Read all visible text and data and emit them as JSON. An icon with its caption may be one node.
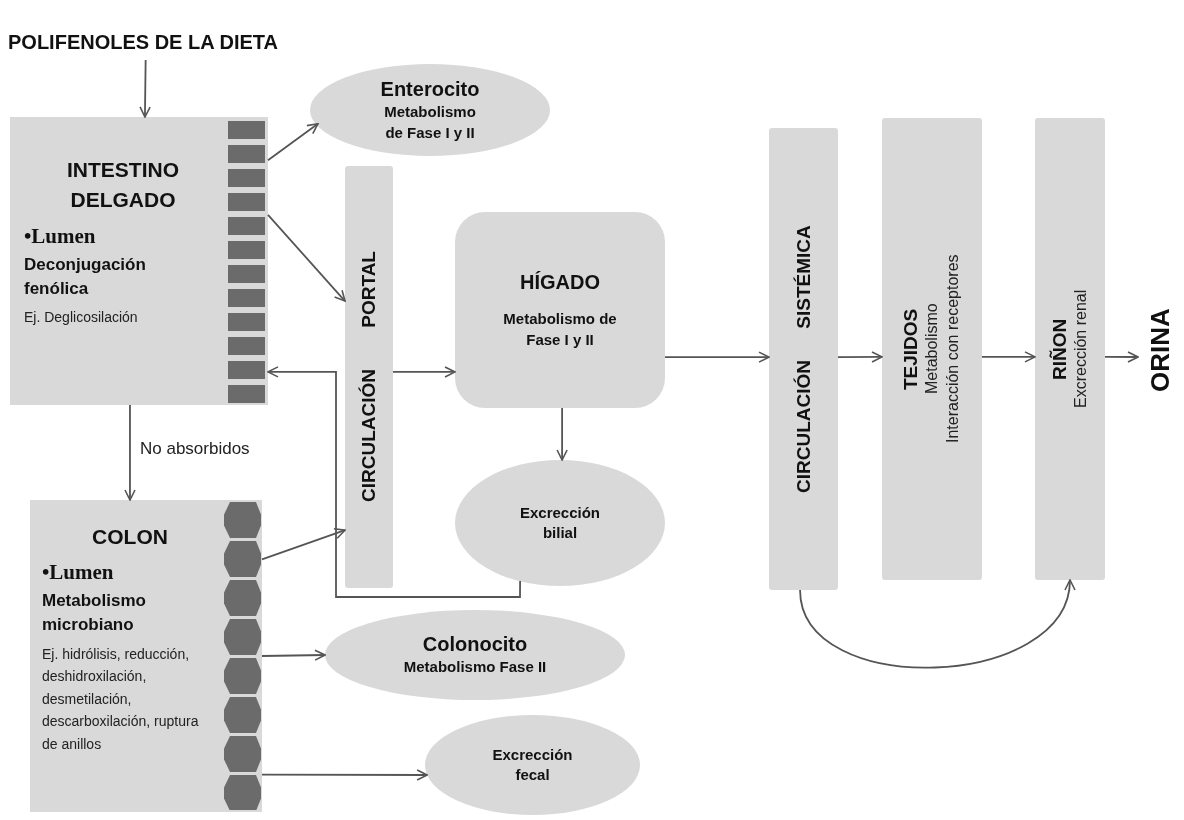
{
  "diagram": {
    "nodes": [
      {
        "text": [
          "POLIFENOLES DE LA DIETA"
        ]
      },
      {
        "text": [
          "INTESTINO DELGADO",
          "•Lumen",
          "Deconjugación fenólica",
          "Ej. Deglicosilación"
        ]
      },
      {
        "text": [
          "Enterocito",
          "Metabolismo de Fase I y II"
        ]
      },
      {
        "text": [
          "CIRCULACIÓN PORTAL"
        ]
      },
      {
        "text": [
          "HÍGADO",
          "Metabolismo de Fase I y II"
        ]
      },
      {
        "text": [
          "Excrección bilial"
        ]
      },
      {
        "text": [
          "COLON",
          "•Lumen",
          "Metabolismo microbiano",
          "Ej. hidrólisis, reducción, deshidroxilación, desmetilación, descarboxilación, ruptura de anillos"
        ]
      },
      {
        "text": [
          "Colonocito",
          "Metabolismo Fase II"
        ]
      },
      {
        "text": [
          "Excrección fecal"
        ]
      },
      {
        "text": [
          "CIRCULACIÓN SISTÉMICA"
        ]
      },
      {
        "text": [
          "TEJIDOS",
          "Metabolismo",
          "Interacción con receptores"
        ]
      },
      {
        "text": [
          "RIÑON",
          "Excrección renal"
        ]
      },
      {
        "text": [
          "ORINA"
        ]
      }
    ],
    "edges": [
      {
        "from": 0,
        "to": 1,
        "arrow": "to"
      },
      {
        "from": 1,
        "to": 2,
        "arrow": "to"
      },
      {
        "from": 1,
        "to": 3,
        "arrow": "to"
      },
      {
        "from": 1,
        "to": 6,
        "arrow": "to",
        "label": "No absorbidos"
      },
      {
        "from": 3,
        "to": 4,
        "arrow": "to"
      },
      {
        "from": 4,
        "to": 5,
        "arrow": "to"
      },
      {
        "from": 5,
        "to": 1,
        "arrow": "to"
      },
      {
        "from": 4,
        "to": 9,
        "arrow": "to"
      },
      {
        "from": 6,
        "to": 3,
        "arrow": "to"
      },
      {
        "from": 6,
        "to": 7,
        "arrow": "to"
      },
      {
        "from": 6,
        "to": 8,
        "arrow": "to"
      },
      {
        "from": 9,
        "to": 10,
        "arrow": "to"
      },
      {
        "from": 10,
        "to": 11,
        "arrow": "to"
      },
      {
        "from": 11,
        "to": 12,
        "arrow": "to"
      },
      {
        "from": 9,
        "to": 11,
        "arrow": "to"
      }
    ]
  }
}
